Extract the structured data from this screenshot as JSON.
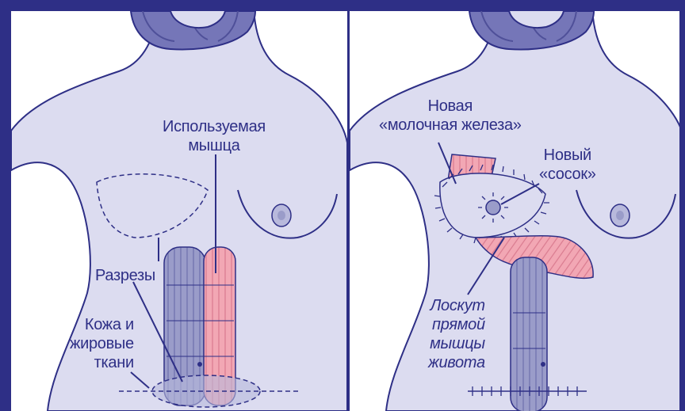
{
  "colors": {
    "frame": "#2e2f86",
    "body_fill": "#dcdcf0",
    "outline": "#2e2f86",
    "hair": "#7576b8",
    "hair_dark": "#4f5099",
    "muscle_blue": "#9a9cc9",
    "muscle_pink": "#f2a7b4",
    "label_text": "#2e2f86"
  },
  "left_panel": {
    "label_muscle": [
      "Используемая",
      "мышца"
    ],
    "label_incisions": "Разрезы",
    "label_skin_fat": [
      "Кожа и",
      "жировые",
      "ткани"
    ]
  },
  "right_panel": {
    "label_new_breast": [
      "Новая",
      "«молочная железа»"
    ],
    "label_new_nipple": [
      "Новый",
      "«сосок»"
    ],
    "label_flap": [
      "Лоскут",
      "прямой",
      "мышцы",
      "живота"
    ]
  }
}
